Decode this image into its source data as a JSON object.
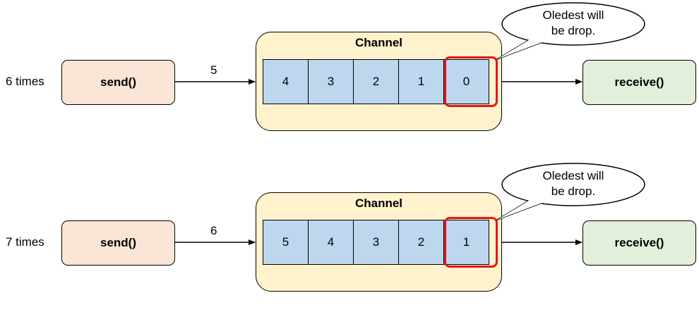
{
  "rows": [
    {
      "times_label": "6 times",
      "send_label": "send()",
      "sent_value": "5",
      "channel_title": "Channel",
      "buffer": [
        "4",
        "3",
        "2",
        "1",
        "0"
      ],
      "callout_line1": "Oledest will",
      "callout_line2": "be drop.",
      "receive_label": "receive()"
    },
    {
      "times_label": "7 times",
      "send_label": "send()",
      "sent_value": "6",
      "channel_title": "Channel",
      "buffer": [
        "5",
        "4",
        "3",
        "2",
        "1"
      ],
      "callout_line1": "Oledest will",
      "callout_line2": "be drop.",
      "receive_label": "receive()"
    }
  ],
  "colors": {
    "send_fill": "#fbe5d6",
    "receive_fill": "#e2efda",
    "channel_fill": "#fff2cc",
    "cell_fill": "#bdd7ee",
    "highlight": "#e0191b"
  }
}
